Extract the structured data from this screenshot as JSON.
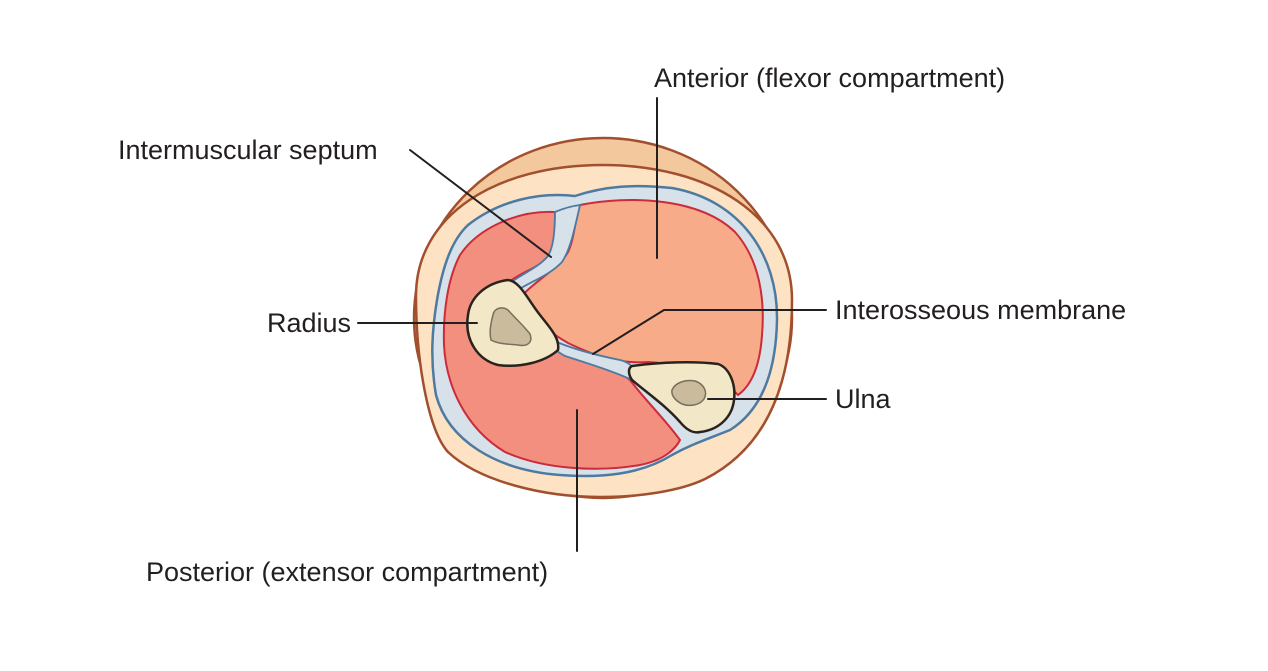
{
  "labels": {
    "anterior": "Anterior (flexor compartment)",
    "septum": "Intermuscular septum",
    "radius": "Radius",
    "interosseous": "Interosseous membrane",
    "ulna": "Ulna",
    "posterior": "Posterior (extensor compartment)"
  },
  "colors": {
    "skin_outer": "#f2c89c",
    "skin_inner": "#fde3c4",
    "skin_outline": "#a24f2e",
    "fascia": "#d6e1ea",
    "fascia_outline": "#4f7aa0",
    "anterior_muscle": "#f7ab88",
    "posterior_muscle": "#f38f7e",
    "muscle_outline": "#cc2b3a",
    "bone": "#f2e8c8",
    "marrow": "#c9bb9c",
    "text": "#231f20"
  }
}
